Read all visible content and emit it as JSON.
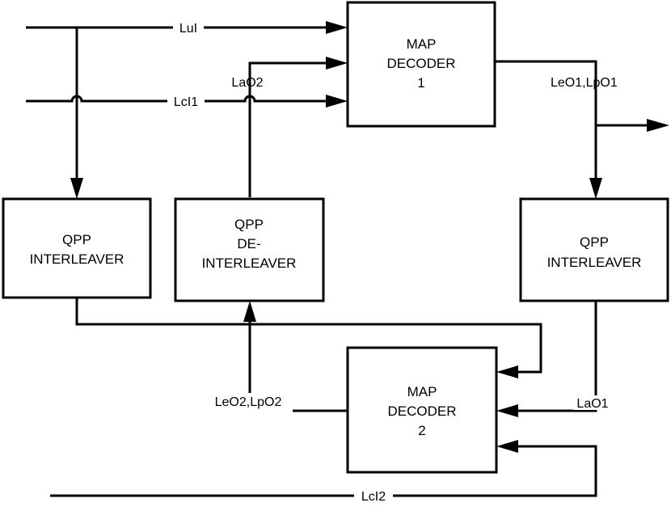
{
  "blocks": {
    "map_decoder_1": {
      "line1": "MAP",
      "line2": "DECODER",
      "line3": "1"
    },
    "map_decoder_2": {
      "line1": "MAP",
      "line2": "DECODER",
      "line3": "2"
    },
    "qpp_interleaver_left": {
      "line1": "QPP",
      "line2": "INTERLEAVER"
    },
    "qpp_deinterleaver": {
      "line1": "QPP",
      "line2": "DE-",
      "line3": "INTERLEAVER"
    },
    "qpp_interleaver_right": {
      "line1": "QPP",
      "line2": "INTERLEAVER"
    }
  },
  "signals": {
    "lu1": "LuI",
    "lc1": "LcI1",
    "lao2": "LaO2",
    "leo1_lpo1": "LeO1,LpO1",
    "leo2_lpo2": "LeO2,LpO2",
    "lao1": "LaO1",
    "lc2": "LcI2"
  },
  "colors": {
    "stroke": "#000000",
    "background": "#ffffff"
  }
}
